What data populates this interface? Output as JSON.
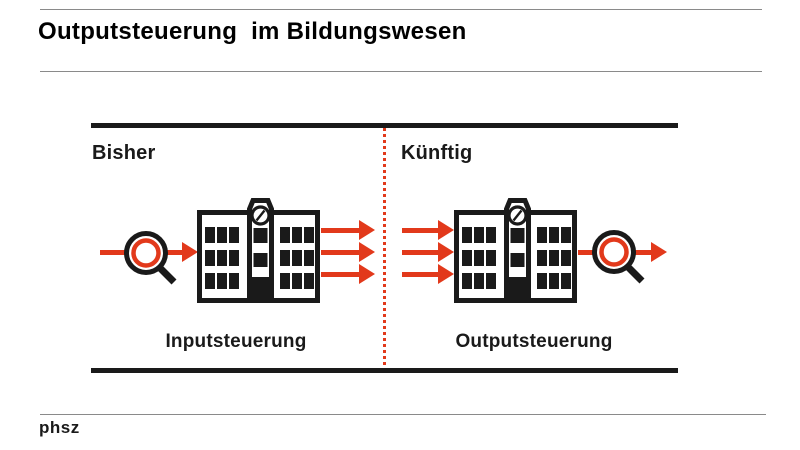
{
  "header": {
    "title": "Outputsteuerung  im Bildungswesen"
  },
  "diagram": {
    "left_panel": {
      "heading": "Bisher",
      "caption": "Inputsteuerung",
      "flow": "magnifier-then-school: one input arrow inspected, three output arrows"
    },
    "right_panel": {
      "heading": "Künftig",
      "caption": "Outputsteuerung",
      "flow": "school-then-magnifier: three input arrows, one output arrow inspected"
    }
  },
  "footer": {
    "logo_text": "phsz"
  },
  "colors": {
    "accent_red": "#e2391b",
    "diagram_black": "#1a1a1a",
    "rule_gray": "#8a8a8a"
  }
}
